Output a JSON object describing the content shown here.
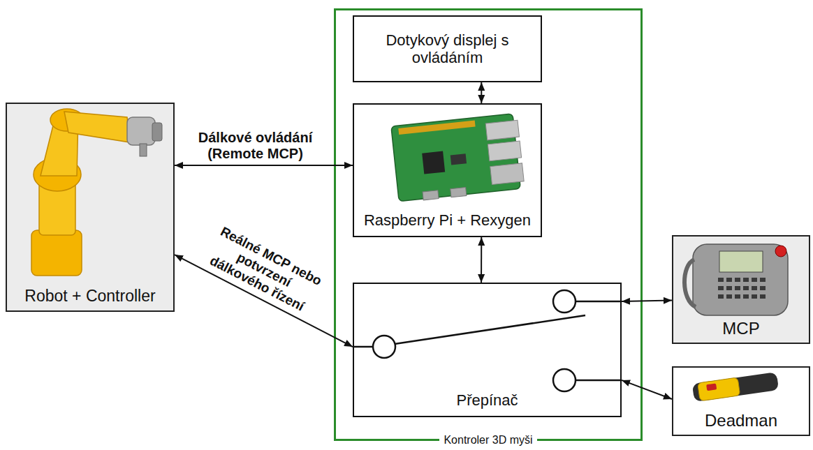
{
  "diagram": {
    "nodes": [
      {
        "text": [
          "Robot + Controller"
        ]
      },
      {
        "text": [
          "Kontroler 3D myši"
        ]
      },
      {
        "text": [
          "Dotykový displej s ovládáním"
        ],
        "in": 1
      },
      {
        "text": [
          "Raspberry Pi + Rexygen"
        ],
        "in": 1
      },
      {
        "text": [
          "Přepínač"
        ],
        "in": 1
      },
      {
        "text": [
          "MCP"
        ]
      },
      {
        "text": [
          "Deadman"
        ]
      }
    ],
    "edges": [
      {
        "from": 0,
        "to": 3,
        "arrow": "both",
        "label": "Dálkové ovládání (Remote MCP)"
      },
      {
        "from": 2,
        "to": 3,
        "arrow": "both"
      },
      {
        "from": 3,
        "to": 4,
        "arrow": "both"
      },
      {
        "from": 0,
        "to": 4,
        "arrow": "both",
        "label": "Reálné MCP nebo potvrzení dálkového řízení"
      },
      {
        "from": 4,
        "to": 5,
        "arrow": "both"
      },
      {
        "from": 4,
        "to": 6,
        "arrow": "both"
      }
    ]
  }
}
